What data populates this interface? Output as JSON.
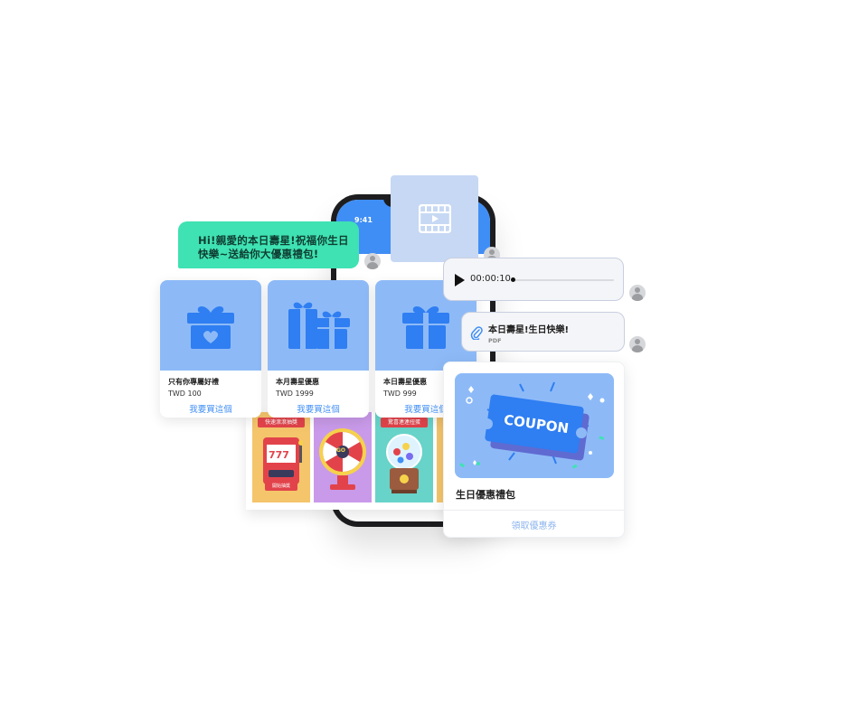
{
  "phone": {
    "time": "9:41"
  },
  "greeting": {
    "text": "Hi!親愛的本日壽星!祝福你生日快樂~送給你大優惠禮包!"
  },
  "products": [
    {
      "name": "只有你專屬好禮",
      "price": "TWD 100",
      "button": "我要買這個",
      "icon": "gift-heart-icon"
    },
    {
      "name": "本月壽星優惠",
      "price": "TWD 1999",
      "button": "我要買這個",
      "icon": "gifts-icon"
    },
    {
      "name": "本日壽星優惠",
      "price": "TWD 999",
      "button": "我要買這個",
      "icon": "gift-icon"
    }
  ],
  "games": [
    {
      "label": "快速滾滾抽獎",
      "button": "開始抽獎",
      "icon": "slot-machine-icon",
      "bg": "#f5c56b"
    },
    {
      "label": "",
      "center": "GO",
      "icon": "prize-wheel-icon",
      "bg": "#c99ae9"
    },
    {
      "label": "驚喜連連扭蛋",
      "icon": "gacha-machine-icon",
      "bg": "#67d3c9"
    }
  ],
  "audio": {
    "time": "00:00:10"
  },
  "file": {
    "title": "本日壽星!生日快樂!",
    "type": "PDF"
  },
  "coupon": {
    "image_text": "COUPON",
    "title": "生日優惠禮包",
    "button": "領取優惠券"
  },
  "colors": {
    "accent": "#3f8ef5",
    "green": "#3fe2b2",
    "card_blue": "#8dbaf7"
  }
}
